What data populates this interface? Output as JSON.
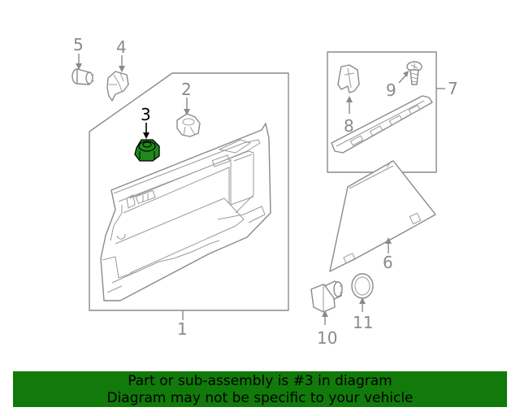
{
  "callouts": {
    "c1": "1",
    "c2": "2",
    "c3": "3",
    "c4": "4",
    "c5": "5",
    "c6": "6",
    "c7": "7",
    "c8": "8",
    "c9": "9",
    "c10": "10",
    "c11": "11"
  },
  "highlighted_part": "3",
  "colors": {
    "highlight_part": "#1f8a1a",
    "banner_background": "#117a0a",
    "line": "#8a8a8a"
  },
  "banner": {
    "line1": "Part or sub-assembly is #3 in diagram",
    "line2": "Diagram may not be specific to your vehicle"
  }
}
